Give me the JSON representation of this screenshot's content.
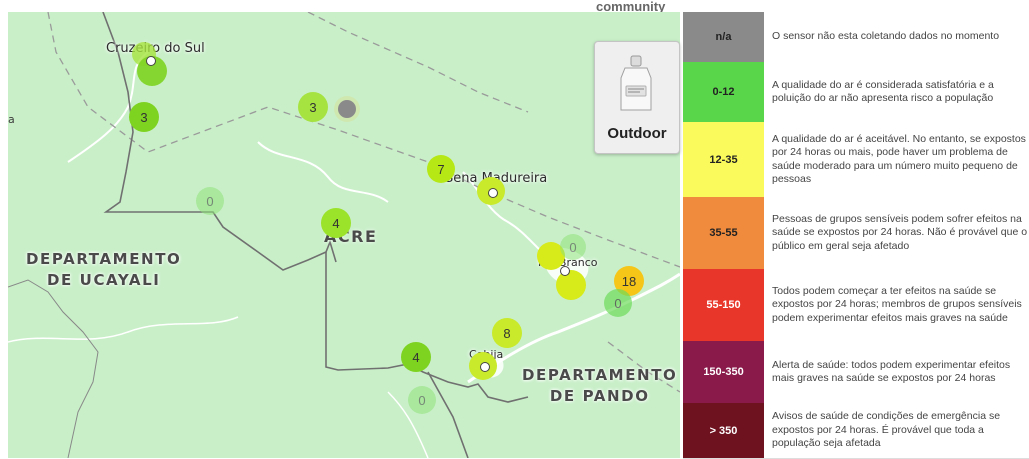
{
  "header": {
    "community_label": "community"
  },
  "map": {
    "cities": [
      {
        "name": "Cruzeiro do Sul"
      },
      {
        "name": "Sena Madureira"
      },
      {
        "name": "Rio Branco"
      },
      {
        "name": "Cobija"
      }
    ],
    "state_label": "ACRE",
    "departments": [
      {
        "line1": "DEPARTAMENTO",
        "line2": "DE UCAYALI"
      },
      {
        "line1": "DEPARTAMENTO",
        "line2": "DE PANDO"
      }
    ],
    "edge_label": "a",
    "clusters": [
      {
        "count": "3",
        "color": "#7ed321"
      },
      {
        "count": "3",
        "color": "#a6e340"
      },
      {
        "count": "0",
        "color": "#8fe37a"
      },
      {
        "count": "7",
        "color": "#b6e816"
      },
      {
        "count": "4",
        "color": "#9be22a"
      },
      {
        "count": "0",
        "color": "#8fe37a"
      },
      {
        "count": "18",
        "color": "#f5c518"
      },
      {
        "count": "0",
        "color": "#6fdc5c"
      },
      {
        "count": "8",
        "color": "#c8ea2a"
      },
      {
        "count": "4",
        "color": "#7ed321"
      },
      {
        "count": "0",
        "color": "#8fe37a"
      }
    ],
    "colors": {
      "land": "#c9efc9",
      "border_dashed": "#9a9a9a",
      "border_solid": "#707070",
      "river": "#ffffff"
    }
  },
  "outdoor_panel": {
    "label": "Outdoor",
    "icon": "sensor-device-icon"
  },
  "legend": {
    "rows": [
      {
        "range": "n/a",
        "color": "#8a8a8a",
        "text_color": "#222222",
        "description": "O sensor não esta coletando dados no momento"
      },
      {
        "range": "0-12",
        "color": "#5ad64a",
        "text_color": "#222222",
        "description": "A qualidade do ar é considerada satisfatória e a poluição do ar não apresenta risco a população"
      },
      {
        "range": "12-35",
        "color": "#fafa5c",
        "text_color": "#222222",
        "description": "A qualidade do ar é aceitável. No entanto, se expostos por 24 horas ou mais, pode haver um problema de saúde moderado para um número muito pequeno de pessoas"
      },
      {
        "range": "35-55",
        "color": "#f08a3c",
        "text_color": "#222222",
        "description": "Pessoas de grupos sensíveis podem sofrer efeitos na saúde se expostos por 24 horas. Não é provável que o público em geral seja afetado"
      },
      {
        "range": "55-150",
        "color": "#e8362a",
        "text_color": "#ffffff",
        "description": "Todos podem começar a ter efeitos na saúde se expostos por 24 horas; membros de grupos sensíveis podem experimentar efeitos mais graves na saúde"
      },
      {
        "range": "150-350",
        "color": "#8a1a4a",
        "text_color": "#ffffff",
        "description": "Alerta de saúde: todos podem experimentar efeitos mais graves na saúde se expostos por 24 horas"
      },
      {
        "range": "> 350",
        "color": "#6e1220",
        "text_color": "#ffffff",
        "description": "Avisos de saúde de condições de emergência se expostos por 24 horas. É provável que toda a população seja afetada"
      }
    ]
  }
}
